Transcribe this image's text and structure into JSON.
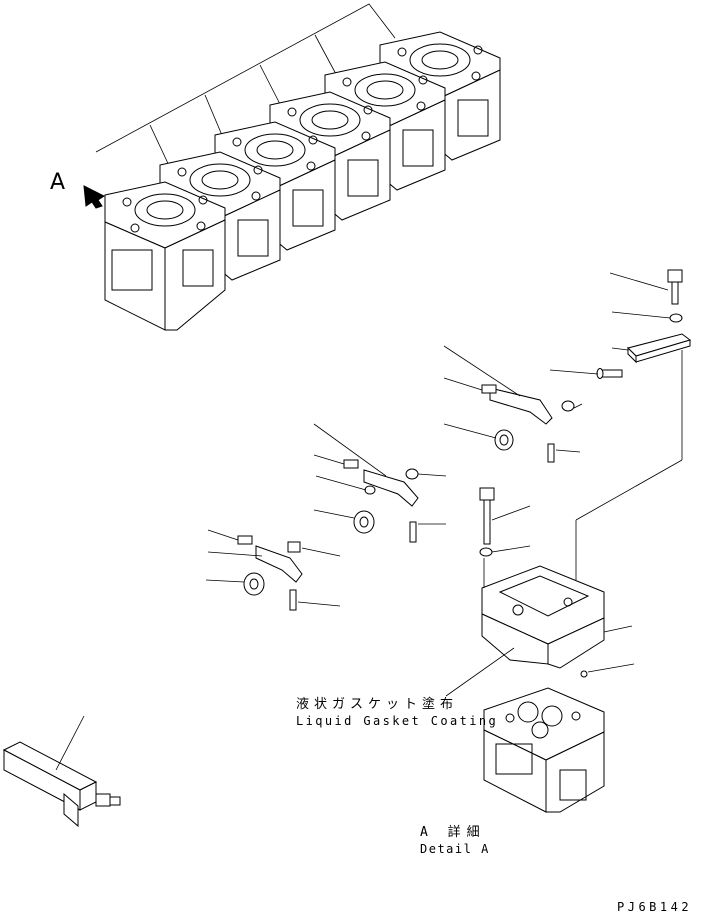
{
  "view": {
    "letter": "A"
  },
  "notes": {
    "gasket_jp": "液状ガスケット塗布",
    "gasket_en": "Liquid Gasket Coating"
  },
  "detail": {
    "title_jp": "A 詳細",
    "title_en": "Detail A"
  },
  "drawing_number": "PJ6B142",
  "colors": {
    "line": "#000000",
    "background": "#ffffff"
  }
}
